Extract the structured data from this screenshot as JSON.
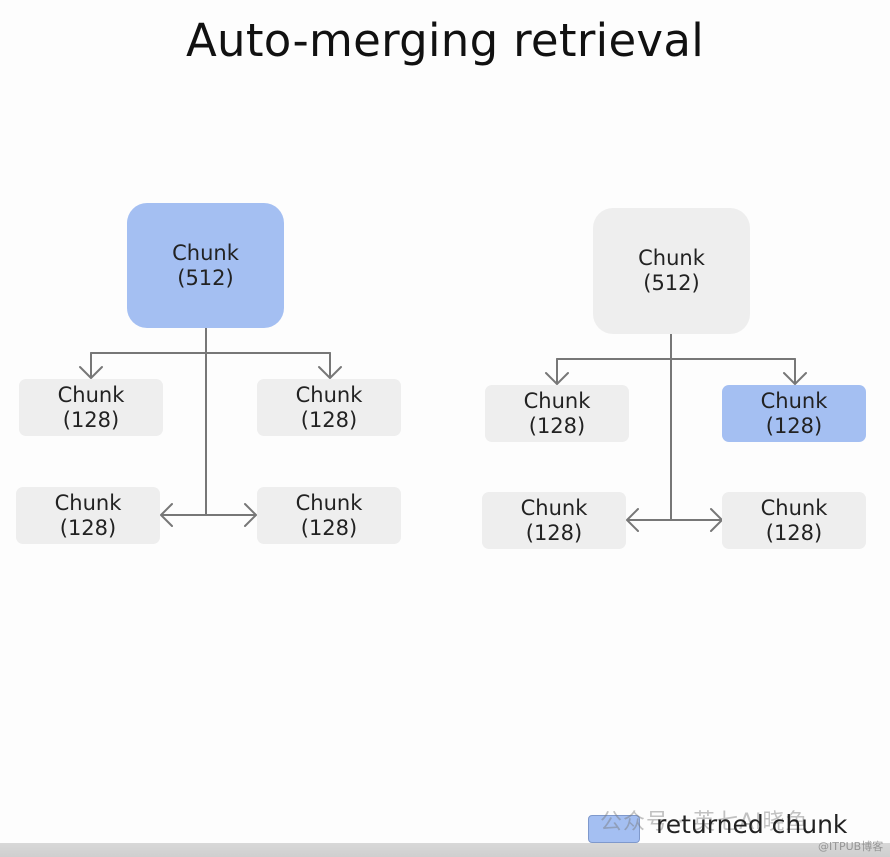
{
  "title": "Auto-merging retrieval",
  "colors": {
    "selected": "#a4bff2",
    "unselected": "#eeeeee",
    "connector": "#777777"
  },
  "diagrams": [
    {
      "parent": {
        "line1": "Chunk",
        "line2": "(512)",
        "selected": true
      },
      "children": [
        {
          "line1": "Chunk",
          "line2": "(128)",
          "selected": false
        },
        {
          "line1": "Chunk",
          "line2": "(128)",
          "selected": false
        },
        {
          "line1": "Chunk",
          "line2": "(128)",
          "selected": false
        },
        {
          "line1": "Chunk",
          "line2": "(128)",
          "selected": false
        }
      ]
    },
    {
      "parent": {
        "line1": "Chunk",
        "line2": "(512)",
        "selected": false
      },
      "children": [
        {
          "line1": "Chunk",
          "line2": "(128)",
          "selected": false
        },
        {
          "line1": "Chunk",
          "line2": "(128)",
          "selected": true
        },
        {
          "line1": "Chunk",
          "line2": "(128)",
          "selected": false
        },
        {
          "line1": "Chunk",
          "line2": "(128)",
          "selected": false
        }
      ]
    }
  ],
  "legend": {
    "label": "returned chunk"
  },
  "watermark": {
    "text": "公众号 · 英七AI晓鱼",
    "source": "@ITPUB博客"
  }
}
